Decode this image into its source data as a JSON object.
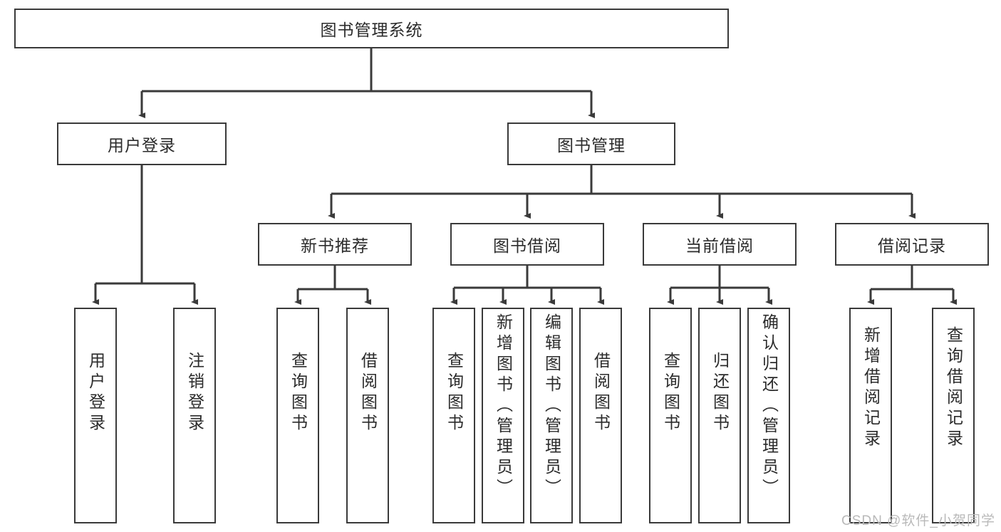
{
  "diagram": {
    "type": "tree",
    "title": "图书管理系统",
    "watermark": "CSDN @软件_小贺同学",
    "colors": {
      "box_border": "#3a3a3a",
      "box_fill": "#ffffff",
      "connector": "#3a3a3a",
      "text": "#2b2b2b",
      "watermark": "#b9b9b9"
    },
    "root": {
      "label": "图书管理系统"
    },
    "level2": [
      {
        "label": "用户登录"
      },
      {
        "label": "图书管理"
      }
    ],
    "level3": [
      {
        "label": "新书推荐"
      },
      {
        "label": "图书借阅"
      },
      {
        "label": "当前借阅"
      },
      {
        "label": "借阅记录"
      }
    ],
    "leaves": {
      "user_login": [
        {
          "label": "用户登录"
        },
        {
          "label": "注销登录"
        }
      ],
      "new_book": [
        {
          "label": "查询图书"
        },
        {
          "label": "借阅图书"
        }
      ],
      "book_borrow": [
        {
          "label": "查询图书"
        },
        {
          "label": "新增图书（管理员）"
        },
        {
          "label": "编辑图书（管理员）"
        },
        {
          "label": "借阅图书"
        }
      ],
      "current_borrow": [
        {
          "label": "查询图书"
        },
        {
          "label": "归还图书"
        },
        {
          "label": "确认归还（管理员）"
        }
      ],
      "borrow_record": [
        {
          "label": "新增借阅记录"
        },
        {
          "label": "查询借阅记录"
        }
      ]
    }
  }
}
